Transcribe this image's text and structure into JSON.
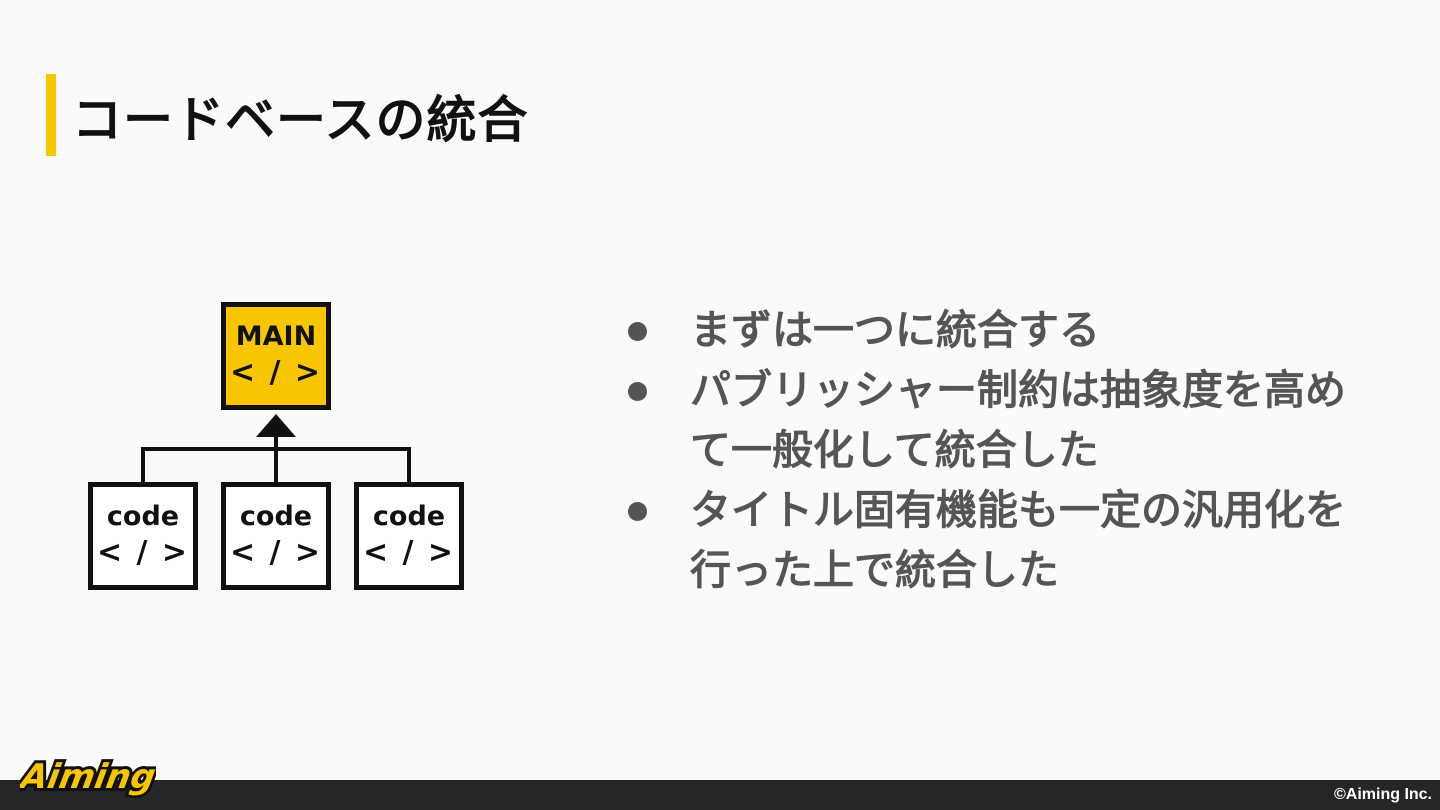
{
  "slide": {
    "title": "コードベースの統合"
  },
  "diagram": {
    "main_box": {
      "label": "MAIN",
      "symbol": "< / >"
    },
    "code_boxes": [
      {
        "label": "code",
        "symbol": "< / >"
      },
      {
        "label": "code",
        "symbol": "< / >"
      },
      {
        "label": "code",
        "symbol": "< / >"
      }
    ]
  },
  "bullets": [
    "まずは一つに統合する",
    "パブリッシャー制約は抽象度を高めて一般化して統合した",
    "タイトル固有機能も一定の汎用化を行った上で統合した"
  ],
  "footer": {
    "logo_text": "Aiming",
    "copyright": "©Aiming Inc."
  },
  "colors": {
    "accent": "#f7c600",
    "text_dark": "#111111",
    "text_gray": "#555555",
    "footer_bg": "#262626"
  }
}
